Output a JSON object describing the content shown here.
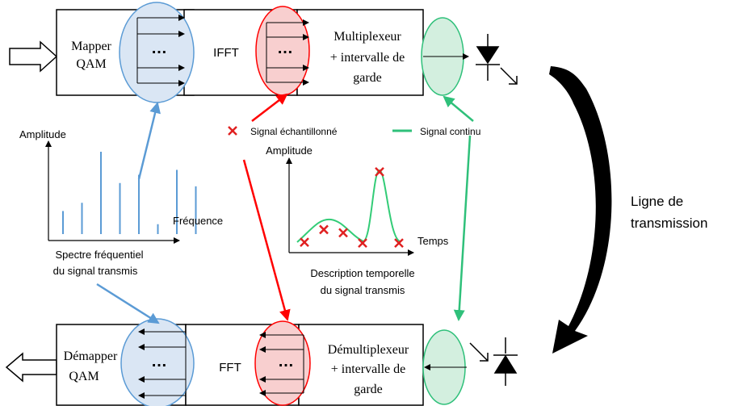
{
  "tx": {
    "mapper_line1": "Mapper",
    "mapper_line2": "QAM",
    "ifft": "IFFT",
    "mux_line1": "Multiplexeur",
    "mux_line2": "+ intervalle de",
    "mux_line3": "garde"
  },
  "rx": {
    "demapper_line1": "Démapper",
    "demapper_line2": "QAM",
    "fft": "FFT",
    "demux_line1": "Démultiplexeur",
    "demux_line2": "+ intervalle de",
    "demux_line3": "garde"
  },
  "ellipsis": "…",
  "legend": {
    "sampled": "Signal échantillonné",
    "continuous": "Signal continu"
  },
  "spectrum": {
    "y_label": "Amplitude",
    "x_label": "Fréquence",
    "caption_line1": "Spectre fréquentiel",
    "caption_line2": "du signal transmis",
    "bar_heights": [
      0.28,
      0.38,
      1.0,
      0.62,
      0.72,
      0.12,
      0.78,
      0.58
    ]
  },
  "temporal": {
    "y_label": "Amplitude",
    "x_label": "Temps",
    "caption_line1": "Description temporelle",
    "caption_line2": "du signal transmis",
    "samples": [
      0.06,
      0.22,
      0.18,
      0.05,
      0.95,
      0.05
    ]
  },
  "transmission": {
    "line1": "Ligne de",
    "line2": "transmission"
  },
  "colors": {
    "blue": "#5b9bd5",
    "blue_fill": "#dae6f4",
    "red": "#ff0000",
    "red_fill": "#f8cfcf",
    "green": "#2fc07a",
    "green_fill": "#d3efdf",
    "cross": "#e02020",
    "curve": "#33cc77"
  }
}
